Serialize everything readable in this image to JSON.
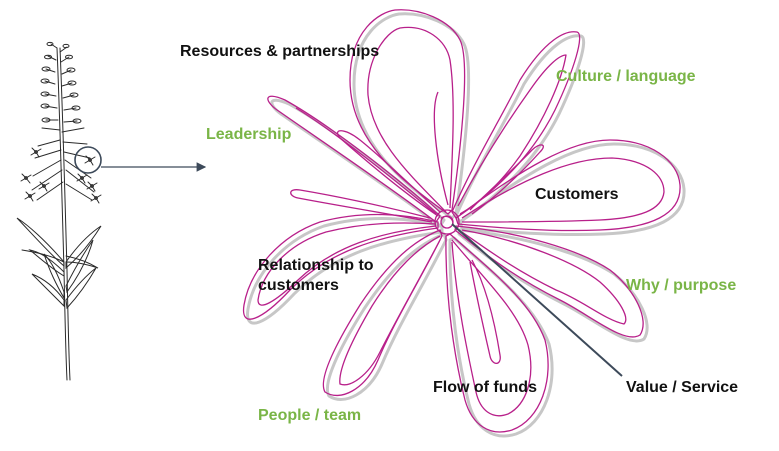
{
  "colors": {
    "petal_outline": "#b8208a",
    "petal_shadow": "#c7c7c7",
    "plant_ink": "#2a2a2a",
    "pointer_line": "#3d4a5a",
    "label_black": "#111111",
    "label_green": "#7ab547"
  },
  "labels": {
    "resources": "Resources & partnerships",
    "culture": "Culture / language",
    "leadership": "Leadership",
    "customers": "Customers",
    "relationship": "Relationship to\ncustomers",
    "why": "Why / purpose",
    "flow": "Flow of funds",
    "value": "Value / Service",
    "people": "People / team"
  }
}
